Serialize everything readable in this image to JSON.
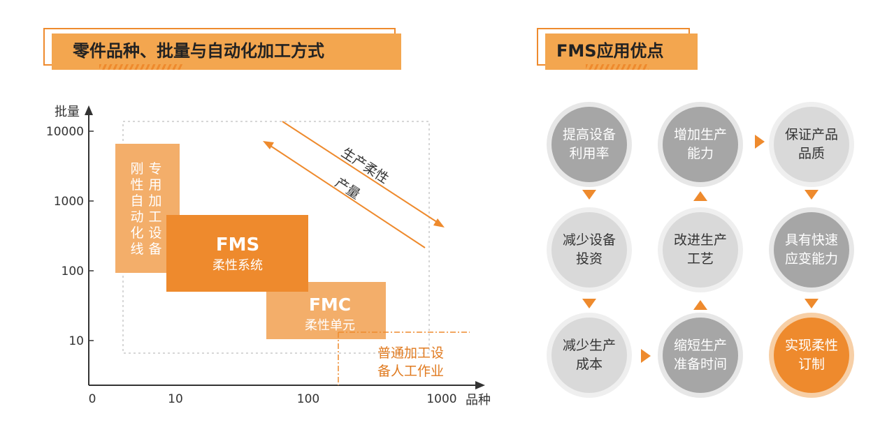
{
  "left_title": "零件品种、批量与自动化加工方式",
  "right_title": "FMS应用优点",
  "chart_data": {
    "type": "diagram",
    "y_axis_label": "批量",
    "x_axis_label": "品种",
    "y_ticks": [
      "10000",
      "1000",
      "100",
      "10"
    ],
    "x_ticks": [
      "0",
      "10",
      "100",
      "1000"
    ],
    "boxes": {
      "rigid_line": "刚性自动化线",
      "dedicated_equipment": "专用加工设备",
      "fms_title": "FMS",
      "fms_subtitle": "柔性系统",
      "fmc_title": "FMC",
      "fmc_subtitle": "柔性单元",
      "manual_label_line1": "普通加工设",
      "manual_label_line2": "备人工作业"
    },
    "arrows": {
      "flexibility": "生产柔性",
      "volume": "产量"
    }
  },
  "benefits": [
    {
      "id": "utilization",
      "text": "提高设备利用率"
    },
    {
      "id": "capacity",
      "text": "增加生产能力"
    },
    {
      "id": "quality",
      "text": "保证产品品质"
    },
    {
      "id": "reduce-investment",
      "text": "减少设备投资"
    },
    {
      "id": "improve-process",
      "text": "改进生产工艺"
    },
    {
      "id": "fast-response",
      "text": "具有快速应变能力"
    },
    {
      "id": "reduce-cost",
      "text": "减少生产成本"
    },
    {
      "id": "shorten-prep",
      "text": "缩短生产准备时间"
    },
    {
      "id": "customization",
      "text": "实现柔性订制"
    }
  ],
  "colors": {
    "accent": "#ee8a2d",
    "accent_light": "#f3a64f",
    "gray_dark": "#a6a6a6",
    "gray_light": "#d9d9d9"
  }
}
